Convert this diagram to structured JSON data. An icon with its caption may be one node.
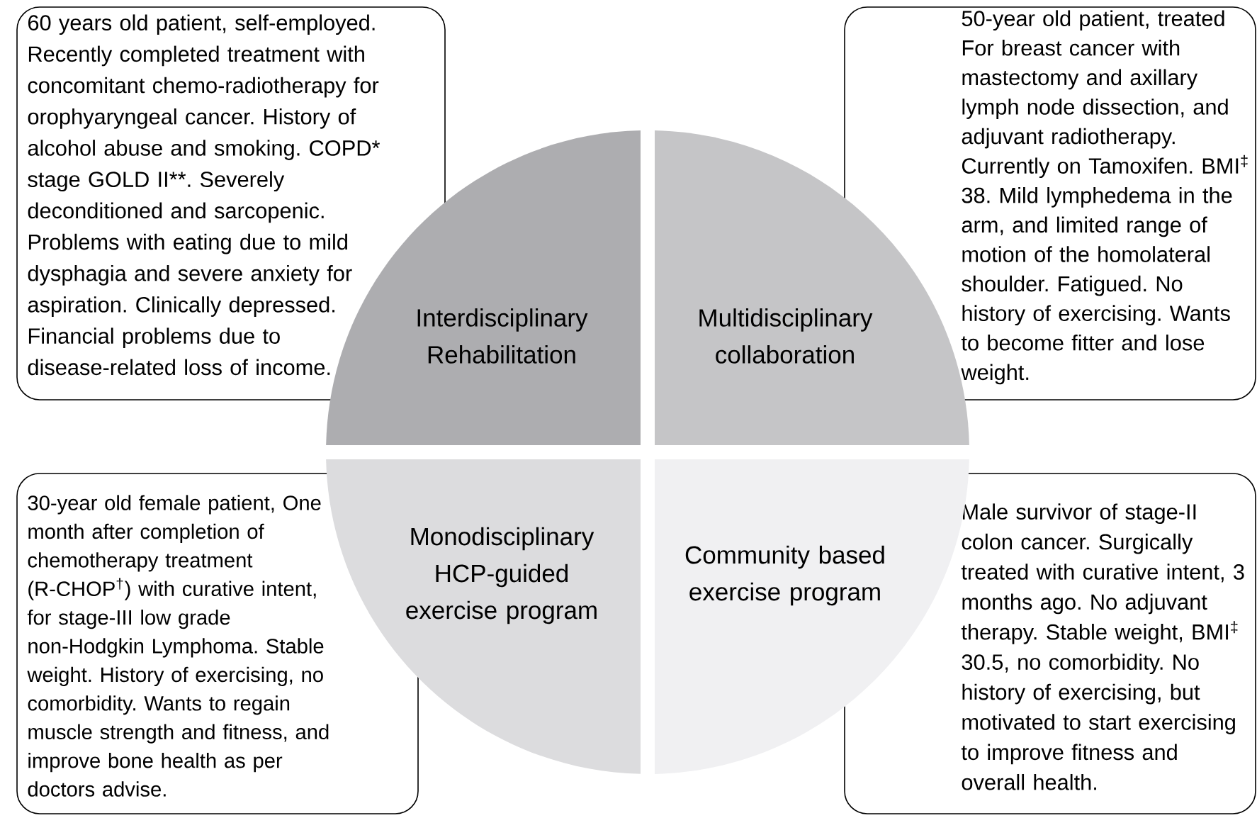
{
  "diagram": {
    "nodes": [
      {
        "text": [
          "60 years old patient, self-employed. Recently completed treatment with concomitant chemo-radiotherapy for orophyaryngeal cancer. History of alcohol abuse and smoking. COPD* stage GOLD II**. Severely deconditioned and sarcopenic. Problems with eating due to mild dysphagia and severe anxiety for aspiration. Clinically depressed. Financial problems due to disease-related loss of income."
        ]
      },
      {
        "text": [
          "Interdisciplinary Rehabilitation"
        ]
      },
      {
        "text": [
          "Multidisciplinary collaboration"
        ]
      },
      {
        "text": [
          "50-year old patient, treated For breast cancer with mastectomy and axillary lymph node dissection, and adjuvant radiotherapy. Currently on Tamoxifen. BMI$^{‡}$ 38. Mild lymphedema in the arm, and limited range of motion of the homolateral shoulder. Fatigued. No history of exercising. Wants to become fitter and lose weight."
        ]
      },
      {
        "text": [
          "30-year old female patient, One month after completion of chemotherapy treatment (R-CHOP$^{†}$) with curative intent, for stage-III low grade non-Hodgkin Lymphoma. Stable weight. History of exercising, no comorbidity. Wants to regain muscle strength and fitness, and improve bone health as per doctors advise."
        ]
      },
      {
        "text": [
          "Monodisciplinary HCP-guided exercise program"
        ]
      },
      {
        "text": [
          "Community based exercise program"
        ]
      },
      {
        "text": [
          "Male survivor of stage-II colon cancer. Surgically treated with curative intent, 3 months ago. No adjuvant therapy. Stable weight, BMI$^{‡}$ 30.5, no comorbidity. No history of exercising, but motivated to start exercising to improve fitness and overall health."
        ]
      }
    ]
  }
}
